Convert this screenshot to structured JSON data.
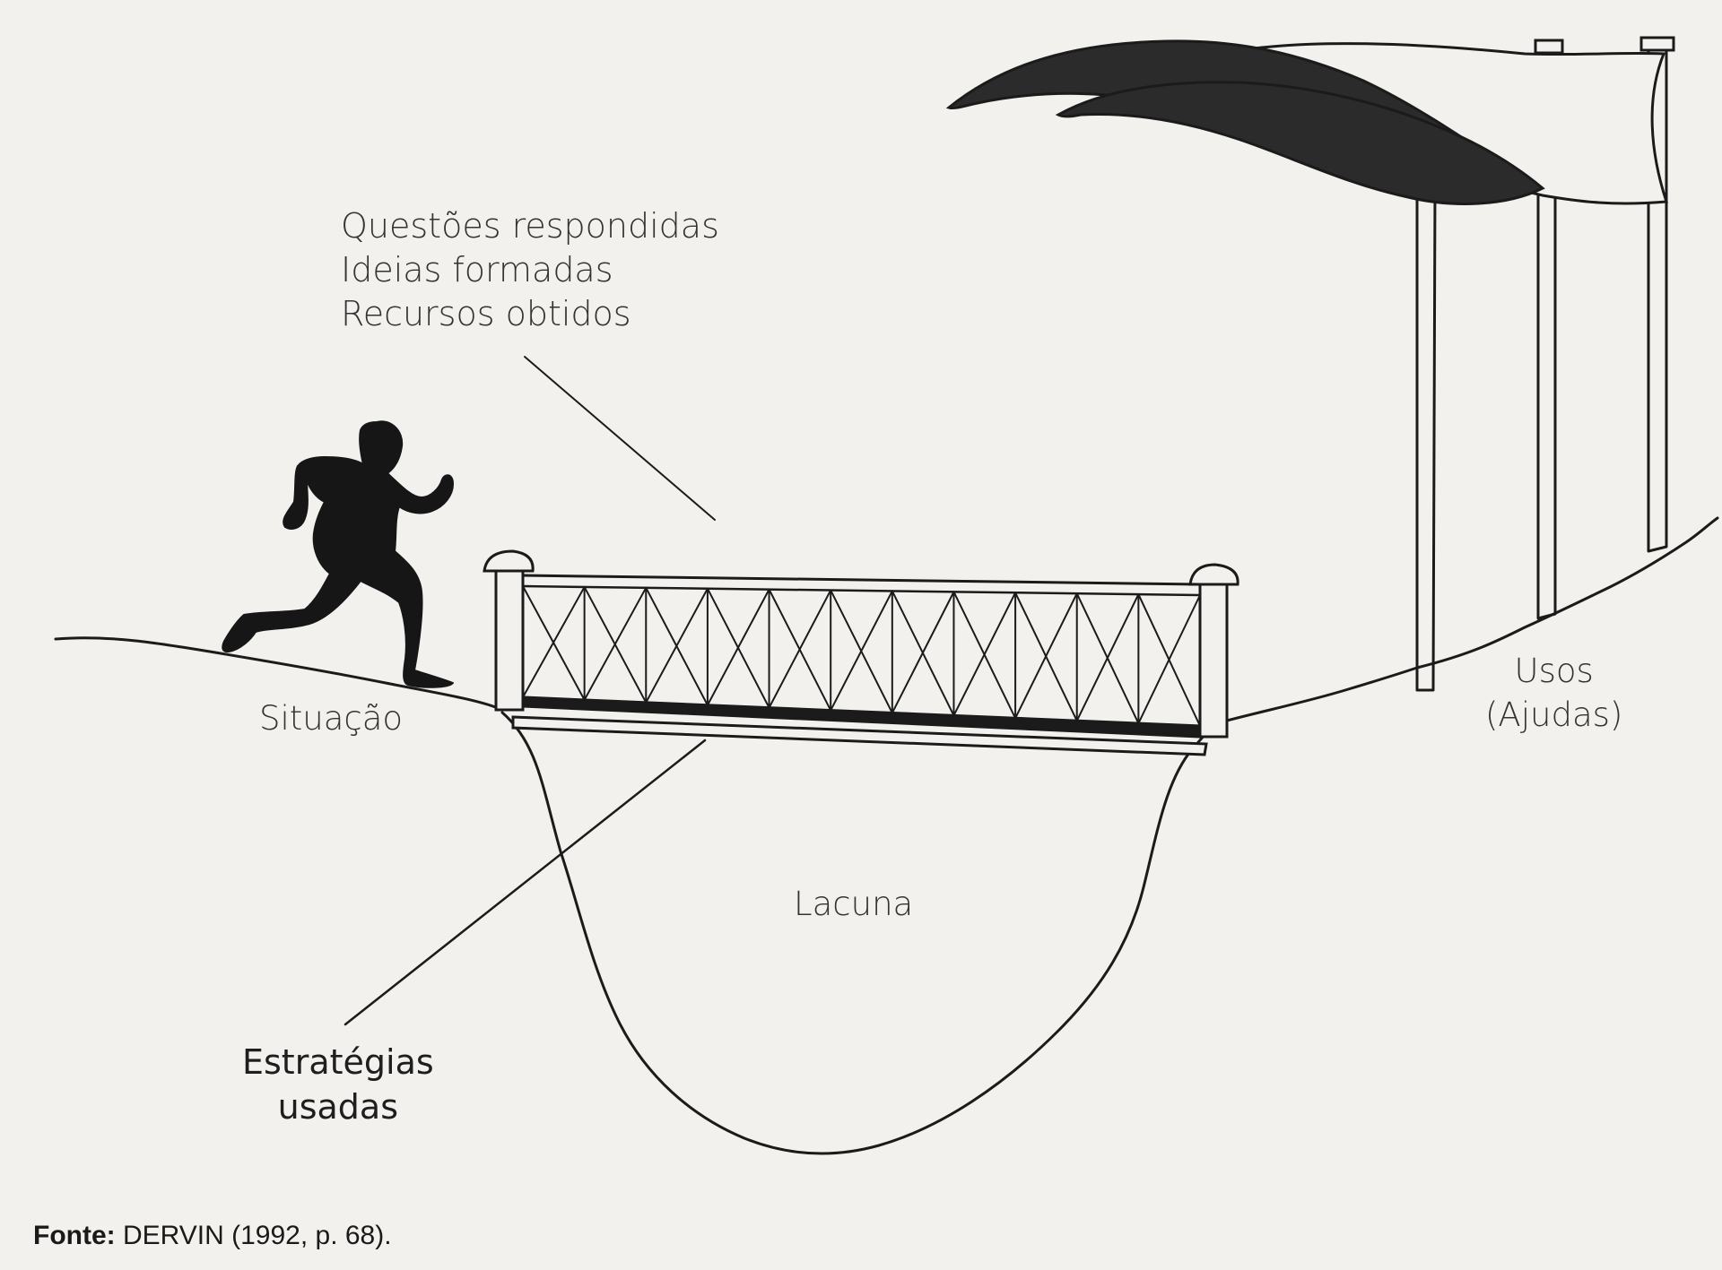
{
  "labels": {
    "answers": [
      "Questões respondidas",
      "Ideias formadas",
      "Recursos obtidos"
    ],
    "situation": "Situação",
    "gap": "Lacuna",
    "uses": [
      "Usos",
      "(Ajudas)"
    ],
    "strategies": [
      "Estratégias",
      "usadas"
    ]
  },
  "source": {
    "prefix": "Fonte:",
    "text": " DERVIN (1992, p. 68)."
  },
  "colors": {
    "ink": "#1b1b1b",
    "paper": "#f2f1ee",
    "flag": "#2b2b2b"
  }
}
